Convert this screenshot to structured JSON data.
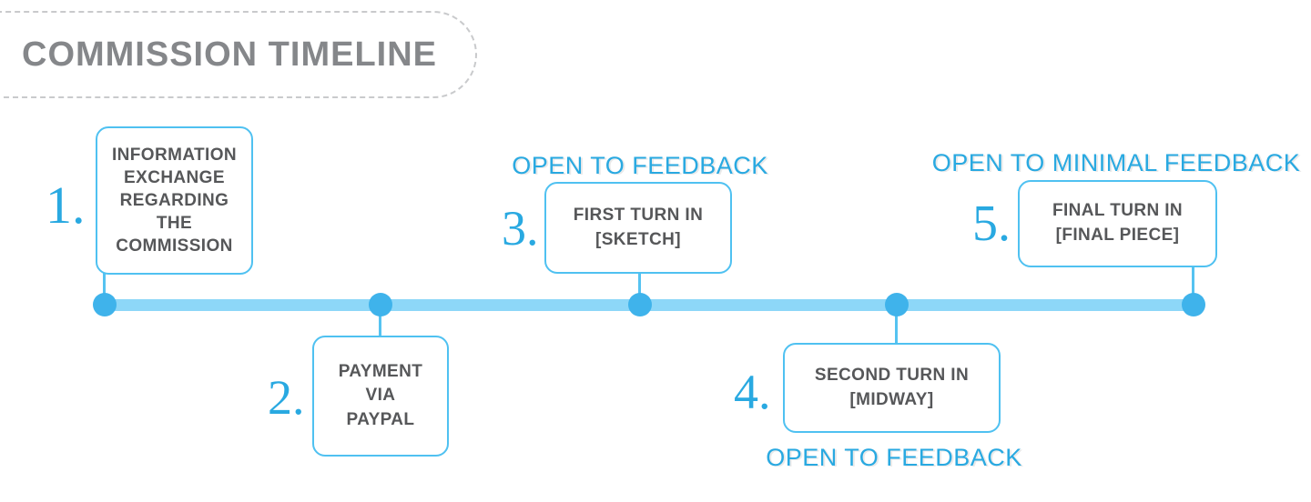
{
  "title": "COMMISSION TIMELINE",
  "colors": {
    "accent_blue": "#29a9e1",
    "box_border_blue": "#4fc1f1",
    "timeline_bar_blue": "#8dd7f8",
    "dot_blue": "#3fb3eb",
    "title_gray": "#85878a",
    "box_text_gray": "#565759",
    "dashed_border_gray": "#c9cacc"
  },
  "timeline": {
    "items": [
      {
        "number": "1.",
        "label": "INFORMATION\nEXCHANGE\nREGARDING\nTHE\nCOMMISSION",
        "side": "above",
        "feedback": ""
      },
      {
        "number": "2.",
        "label": "PAYMENT\nVIA\nPAYPAL",
        "side": "below",
        "feedback": ""
      },
      {
        "number": "3.",
        "label": "FIRST TURN IN\n[SKETCH]",
        "side": "above",
        "feedback": "OPEN TO FEEDBACK"
      },
      {
        "number": "4.",
        "label": "SECOND TURN IN\n[MIDWAY]",
        "side": "below",
        "feedback": "OPEN TO FEEDBACK"
      },
      {
        "number": "5.",
        "label": "FINAL TURN IN\n[FINAL PIECE]",
        "side": "above",
        "feedback": "OPEN TO MINIMAL FEEDBACK"
      }
    ]
  }
}
